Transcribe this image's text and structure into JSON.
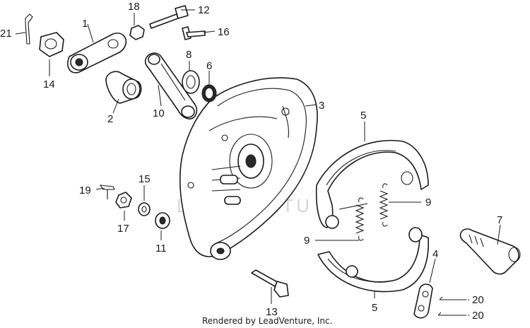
{
  "diagram": {
    "callouts": {
      "c1": "1",
      "c2": "2",
      "c3": "3",
      "c4": "4",
      "c5a": "5",
      "c5b": "5",
      "c6": "6",
      "c7": "7",
      "c8": "8",
      "c9a": "9",
      "c9b": "9",
      "c10": "10",
      "c11": "11",
      "c12": "12",
      "c13": "13",
      "c14": "14",
      "c15": "15",
      "c16": "16",
      "c17": "17",
      "c18": "18",
      "c19": "19",
      "c20a": "20",
      "c20b": "20",
      "c21": "21"
    },
    "credit": "Rendered by LeadVenture, Inc.",
    "watermark": "LEADVENTU"
  }
}
